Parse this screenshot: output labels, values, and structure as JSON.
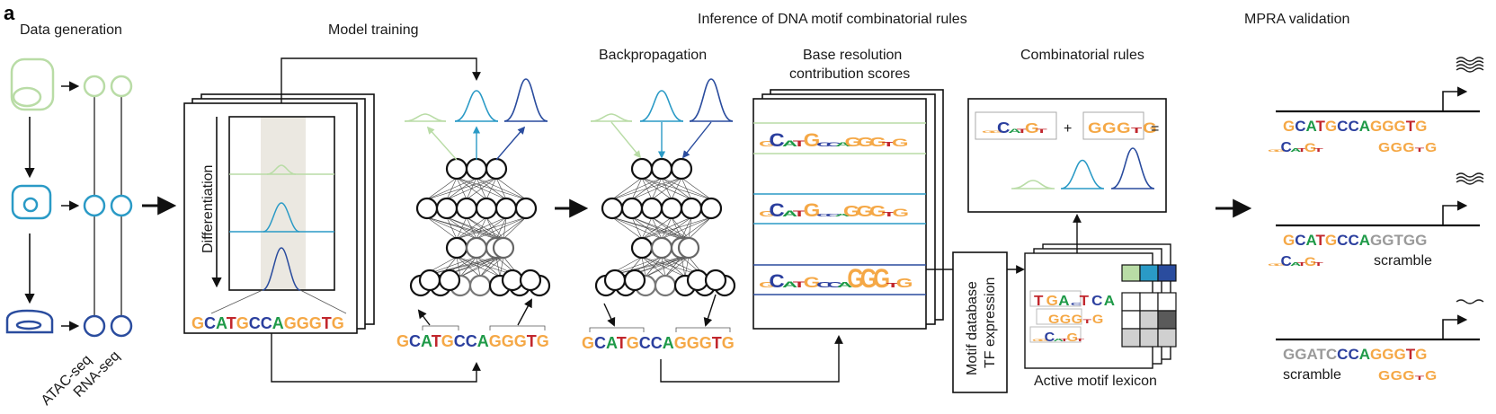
{
  "panel_label": "a",
  "colors": {
    "stage1": "#b9dca6",
    "stage2": "#2a9ac6",
    "stage3": "#2a4c9e",
    "A": "#1f9a48",
    "C": "#2b3f9e",
    "G": "#f5a846",
    "T": "#c1272d",
    "scramble": "#9a9a9a",
    "shade": "#ebe8e1"
  },
  "sections": {
    "data_generation": "Data generation",
    "model_training": "Model training",
    "inference_header": "Inference of DNA motif combinatorial rules",
    "backpropagation": "Backpropagation",
    "contribution_line1": "Base resolution",
    "contribution_line2": "contribution scores",
    "combinatorial_rules": "Combinatorial rules",
    "mpra_validation": "MPRA validation"
  },
  "assays": [
    "ATAC-seq",
    "RNA-seq"
  ],
  "differentiation_label": "Differentiation",
  "sequence": "GCATGCCAGGGTG",
  "motif_db_line1": "Motif database",
  "motif_db_line2": "TF expression",
  "active_motif_lexicon": "Active motif lexicon",
  "lexicon_motifs": [
    "TGAₐTCA",
    "GGGₜG",
    "ₐₐCₐₜGₜ"
  ],
  "lexicon_matrix": {
    "columns": [
      "stage1",
      "stage2",
      "stage3"
    ],
    "values": [
      [
        0,
        0,
        0
      ],
      [
        0,
        1,
        2
      ],
      [
        1,
        1,
        1
      ]
    ]
  },
  "rules": {
    "motif1": "CAG-like motif",
    "plus": "+",
    "motif2": "GGGTG",
    "equals": "=",
    "output_peaks": [
      0.2,
      0.7,
      1.0
    ]
  },
  "contribution_rows": [
    "stage1",
    "stage2",
    "stage3"
  ],
  "mpra": [
    {
      "sequence": "GCATGCCAGGGTG",
      "left": "motif",
      "right": "GGGTG",
      "expression": "high"
    },
    {
      "sequence": "GCATGCCAGGTGG",
      "left": "motif",
      "right": "scramble",
      "expression": "medium"
    },
    {
      "sequence": "GGATCCCAGGGTG",
      "left": "scramble",
      "right": "GGGTG",
      "expression": "low"
    }
  ],
  "scramble_label": "scramble"
}
